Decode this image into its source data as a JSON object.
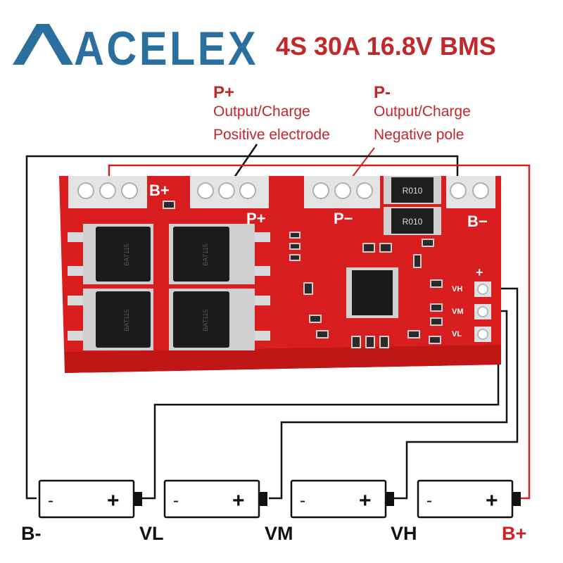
{
  "brand": {
    "logo_text": "ACELEX",
    "color": "#2a6f9e"
  },
  "title": {
    "text": "4S 30A 16.8V BMS",
    "color": "#c0282a"
  },
  "callouts": {
    "p_plus": {
      "heading": "P+",
      "line1": "Output/Charge",
      "line2": "Positive electrode"
    },
    "p_minus": {
      "heading": "P-",
      "line1": "Output/Charge",
      "line2": "Negative pole"
    }
  },
  "board": {
    "color": "#d81e1e",
    "labels": {
      "b_plus": "B+",
      "p_plus": "P+",
      "p_minus": "P−",
      "b_minus": "B−",
      "plus": "+",
      "vh": "VH",
      "vm": "VM",
      "vl": "VL"
    },
    "resistor_marking": "R010",
    "mosfet_marking": "BAT115"
  },
  "cells": [
    {
      "minus": "-",
      "plus": "+"
    },
    {
      "minus": "-",
      "plus": "+"
    },
    {
      "minus": "-",
      "plus": "+"
    },
    {
      "minus": "-",
      "plus": "+"
    }
  ],
  "terminals": {
    "b_minus": "B-",
    "vl": "VL",
    "vm": "VM",
    "vh": "VH",
    "b_plus": "B+"
  },
  "colors": {
    "wire_black": "#111111",
    "wire_red": "#d42020",
    "accent_red": "#c0282a"
  }
}
